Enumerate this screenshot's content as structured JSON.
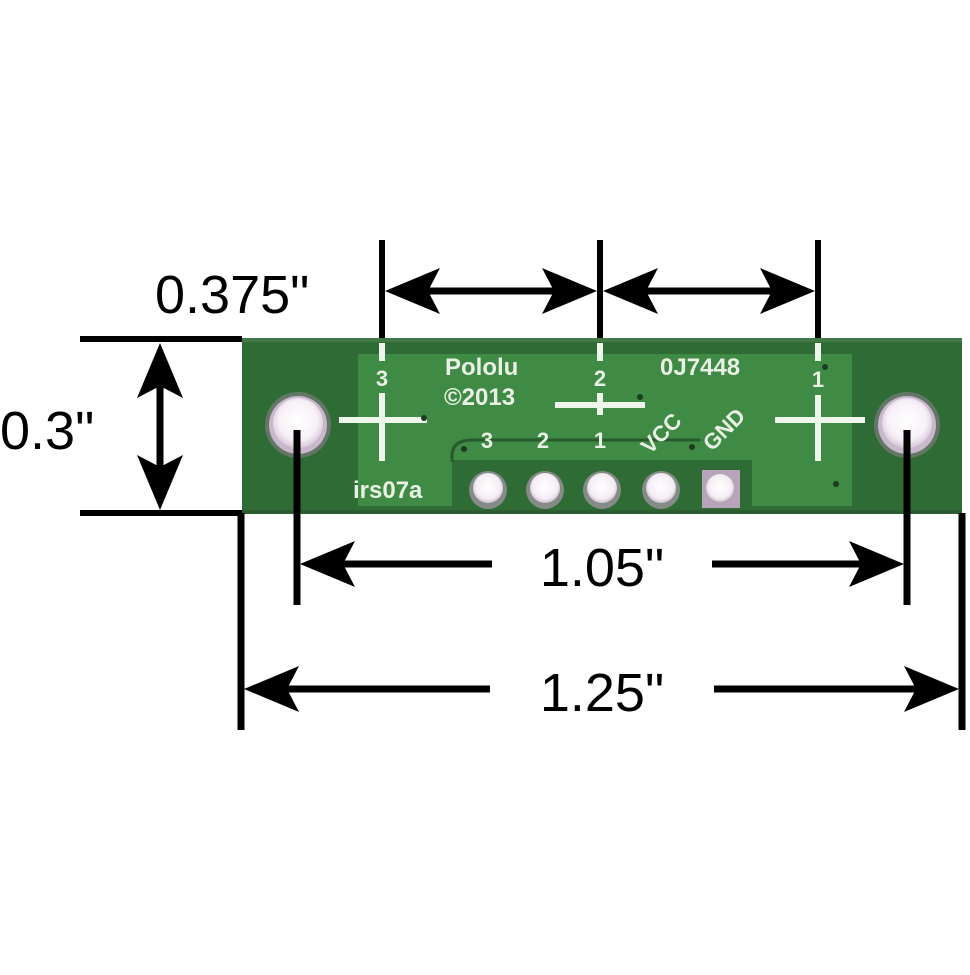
{
  "diagram": {
    "subject": "Pololu IR reflectance sensor board (irs07a) dimension drawing",
    "units": "inches",
    "colors": {
      "background": "#ffffff",
      "dimension_lines": "#000000",
      "pcb_dark": "#2f6b35",
      "pcb_light": "#3f8a44",
      "silkscreen": "#e8f1e4",
      "pad_fill": "#f6f0f6",
      "pad_ring": "#9c8a9e"
    },
    "dimensions": {
      "sensor_pitch": {
        "label": "0.375\"",
        "value": 0.375,
        "description": "spacing between sensor 3 and 2, and between sensor 2 and 1"
      },
      "board_height": {
        "label": "0.3\"",
        "value": 0.3
      },
      "mounting_hole_spacing": {
        "label": "1.05\"",
        "value": 1.05
      },
      "board_width": {
        "label": "1.25\"",
        "value": 1.25
      }
    },
    "board": {
      "brand": "Pololu",
      "copyright": "©2013",
      "part_code": "0J7448",
      "board_name": "irs07a",
      "sensor_labels": [
        "3",
        "2",
        "1"
      ],
      "pin_labels": [
        "3",
        "2",
        "1",
        "VCC",
        "GND"
      ],
      "mounting_holes": 2
    }
  }
}
